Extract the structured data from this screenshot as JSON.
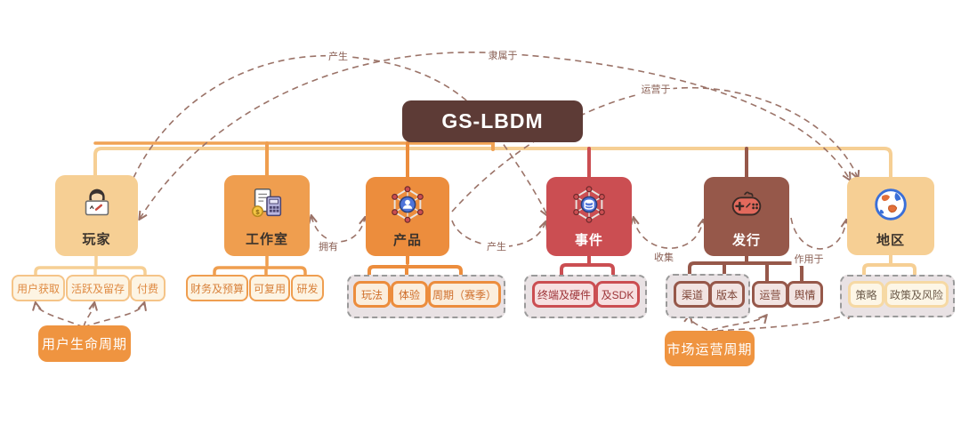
{
  "root": {
    "label": "GS-LBDM"
  },
  "relations": {
    "produce_top": "产生",
    "belongs_to": "隶属于",
    "operates_in": "运营于",
    "owns": "拥有",
    "produces_mid": "产生",
    "collects": "收集",
    "acts_on": "作用于"
  },
  "nodes": [
    {
      "label": "玩家",
      "icon": "player-laptop-icon",
      "color": "#f6cf94",
      "subs": [
        "用户获取",
        "活跃及留存",
        "付费"
      ]
    },
    {
      "label": "工作室",
      "icon": "finance-calculator-icon",
      "color": "#ef9e4f",
      "subs": [
        "财务及预算",
        "可复用",
        "研发"
      ]
    },
    {
      "label": "产品",
      "icon": "network-person-icon",
      "color": "#ec8d3d",
      "subs": [
        "玩法",
        "体验",
        "周期（赛季）"
      ]
    },
    {
      "label": "事件",
      "icon": "network-database-icon",
      "color": "#cb4e52",
      "subs": [
        "终端及硬件",
        "及SDK"
      ]
    },
    {
      "label": "发行",
      "icon": "gamepad-icon",
      "color": "#96584a",
      "subs": [
        "渠道",
        "版本",
        "运营",
        "舆情"
      ]
    },
    {
      "label": "地区",
      "icon": "globe-icon",
      "color": "#f6cf94",
      "subs": [
        "策略",
        "政策及风险"
      ]
    }
  ],
  "summaries": {
    "user_lifecycle": "用户生命周期",
    "market_cycle": "市场运营周期"
  },
  "colors": {
    "root_bg": "#5d3b36",
    "trunk_light": "#f6cf94",
    "trunk_orange": "#f0a254",
    "summary_bg": "#ef9440",
    "dashed_line": "#9b7368",
    "dash_container_bg": "#e9e2e4"
  }
}
